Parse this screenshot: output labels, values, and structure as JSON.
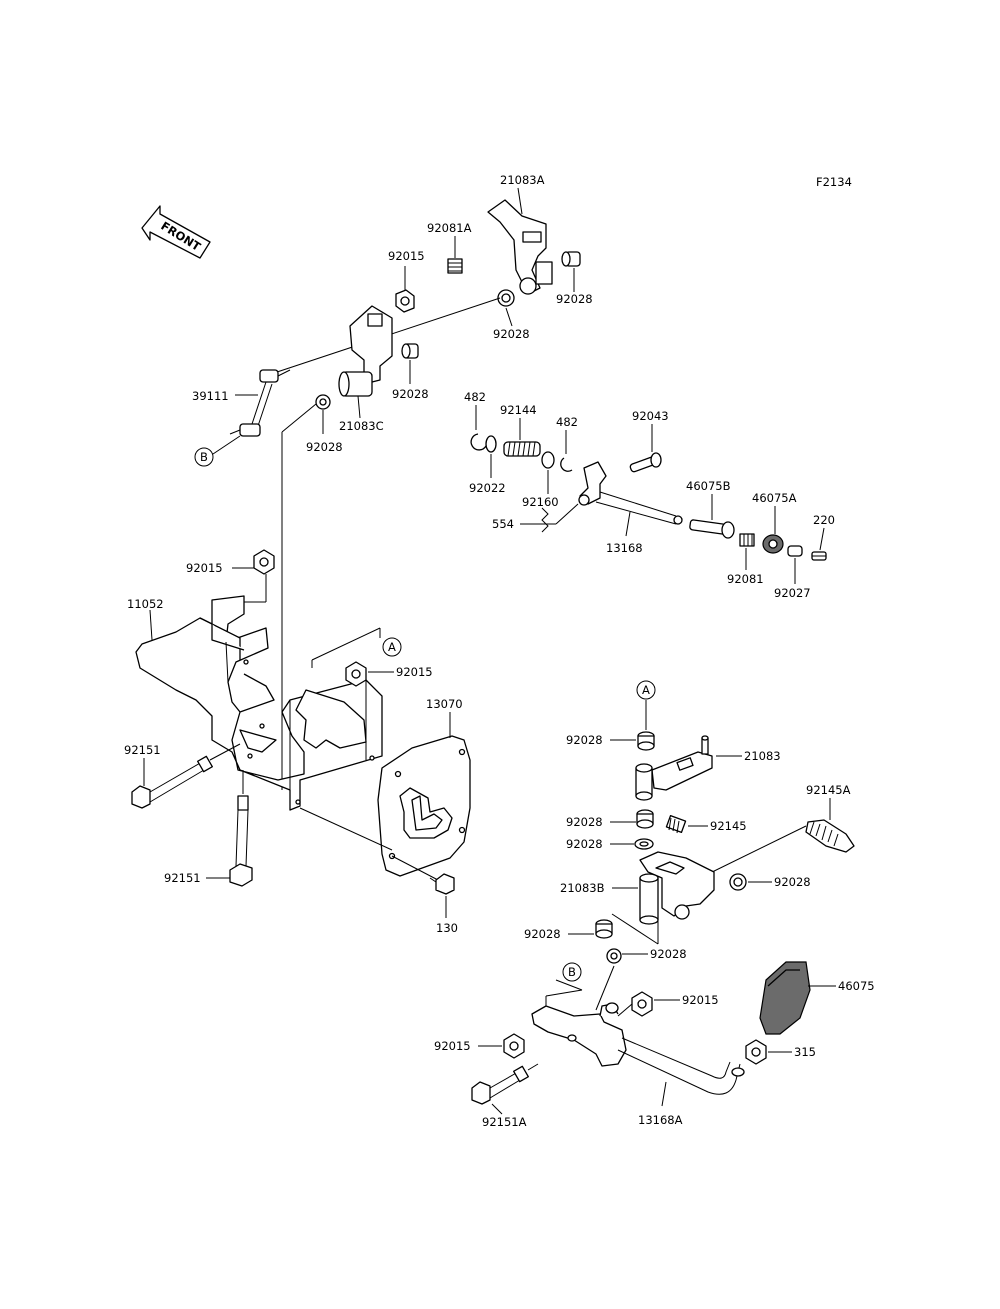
{
  "diagram_code": "F2134",
  "front_label": "FRONT",
  "callout_a": "A",
  "callout_b": "B",
  "labels": {
    "p21083A": "21083A",
    "p92081A": "92081A",
    "p92015_top": "92015",
    "p92028_a": "92028",
    "p92028_b": "92028",
    "p92028_c": "92028",
    "p92028_d": "92028",
    "p39111": "39111",
    "p21083C": "21083C",
    "p482_a": "482",
    "p482_b": "482",
    "p92144": "92144",
    "p92043": "92043",
    "p92022": "92022",
    "p92160": "92160",
    "p554": "554",
    "p13168": "13168",
    "p46075B": "46075B",
    "p46075A": "46075A",
    "p220": "220",
    "p92081": "92081",
    "p92027": "92027",
    "p92015_mid": "92015",
    "p11052": "11052",
    "p92015_br": "92015",
    "p13070": "13070",
    "p92151_a": "92151",
    "p92151_b": "92151",
    "p130": "130",
    "p92028_e": "92028",
    "p21083": "21083",
    "p92028_f": "92028",
    "p92145": "92145",
    "p92145A": "92145A",
    "p92028_g": "92028",
    "p21083B": "21083B",
    "p92028_h": "92028",
    "p92028_i": "92028",
    "p92028_j": "92028",
    "p46075": "46075",
    "p92015_low1": "92015",
    "p92015_low2": "92015",
    "p315": "315",
    "p92151A": "92151A",
    "p13168A": "13168A"
  }
}
